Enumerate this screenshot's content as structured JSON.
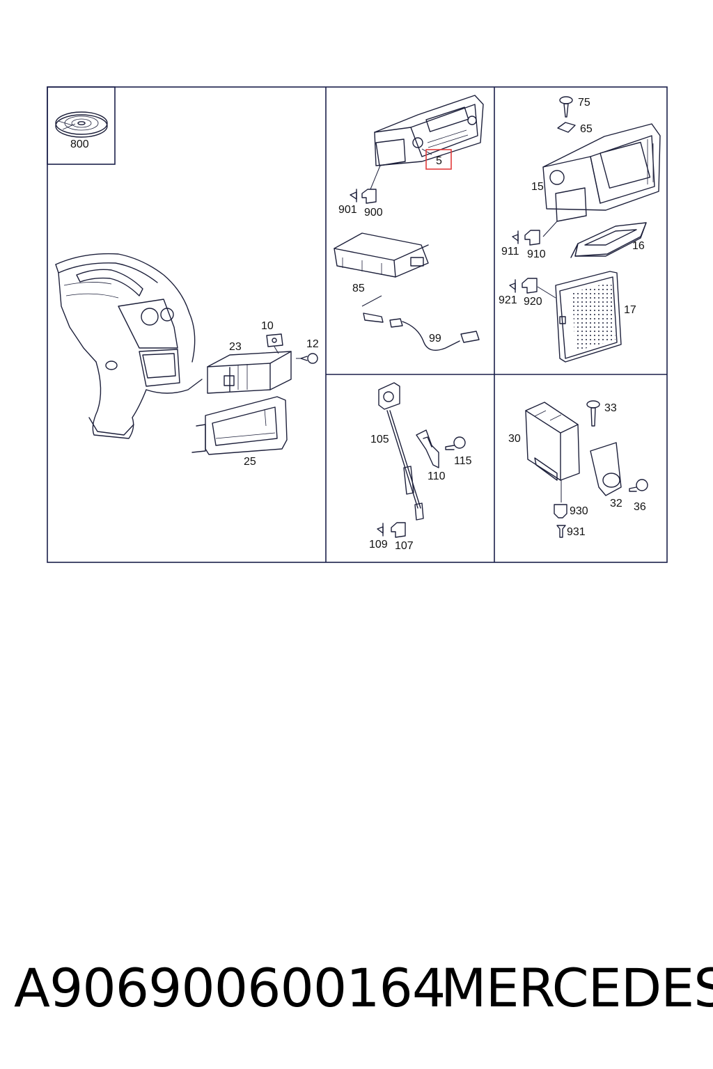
{
  "diagram": {
    "callouts": {
      "c800": "800",
      "c5": "5",
      "c901": "901",
      "c900": "900",
      "c85": "85",
      "c99": "99",
      "c75": "75",
      "c65": "65",
      "c15": "15",
      "c911": "911",
      "c910": "910",
      "c16": "16",
      "c921": "921",
      "c920": "920",
      "c17": "17",
      "c10": "10",
      "c23": "23",
      "c12": "12",
      "c25": "25",
      "c105": "105",
      "c110": "110",
      "c115": "115",
      "c109": "109",
      "c107": "107",
      "c33": "33",
      "c30": "30",
      "c32": "32",
      "c36": "36",
      "c930": "930",
      "c931": "931"
    },
    "highlight_color": "#e23b3b"
  },
  "caption": {
    "part_number": "A906900600164",
    "brand": "MERCEDES"
  }
}
